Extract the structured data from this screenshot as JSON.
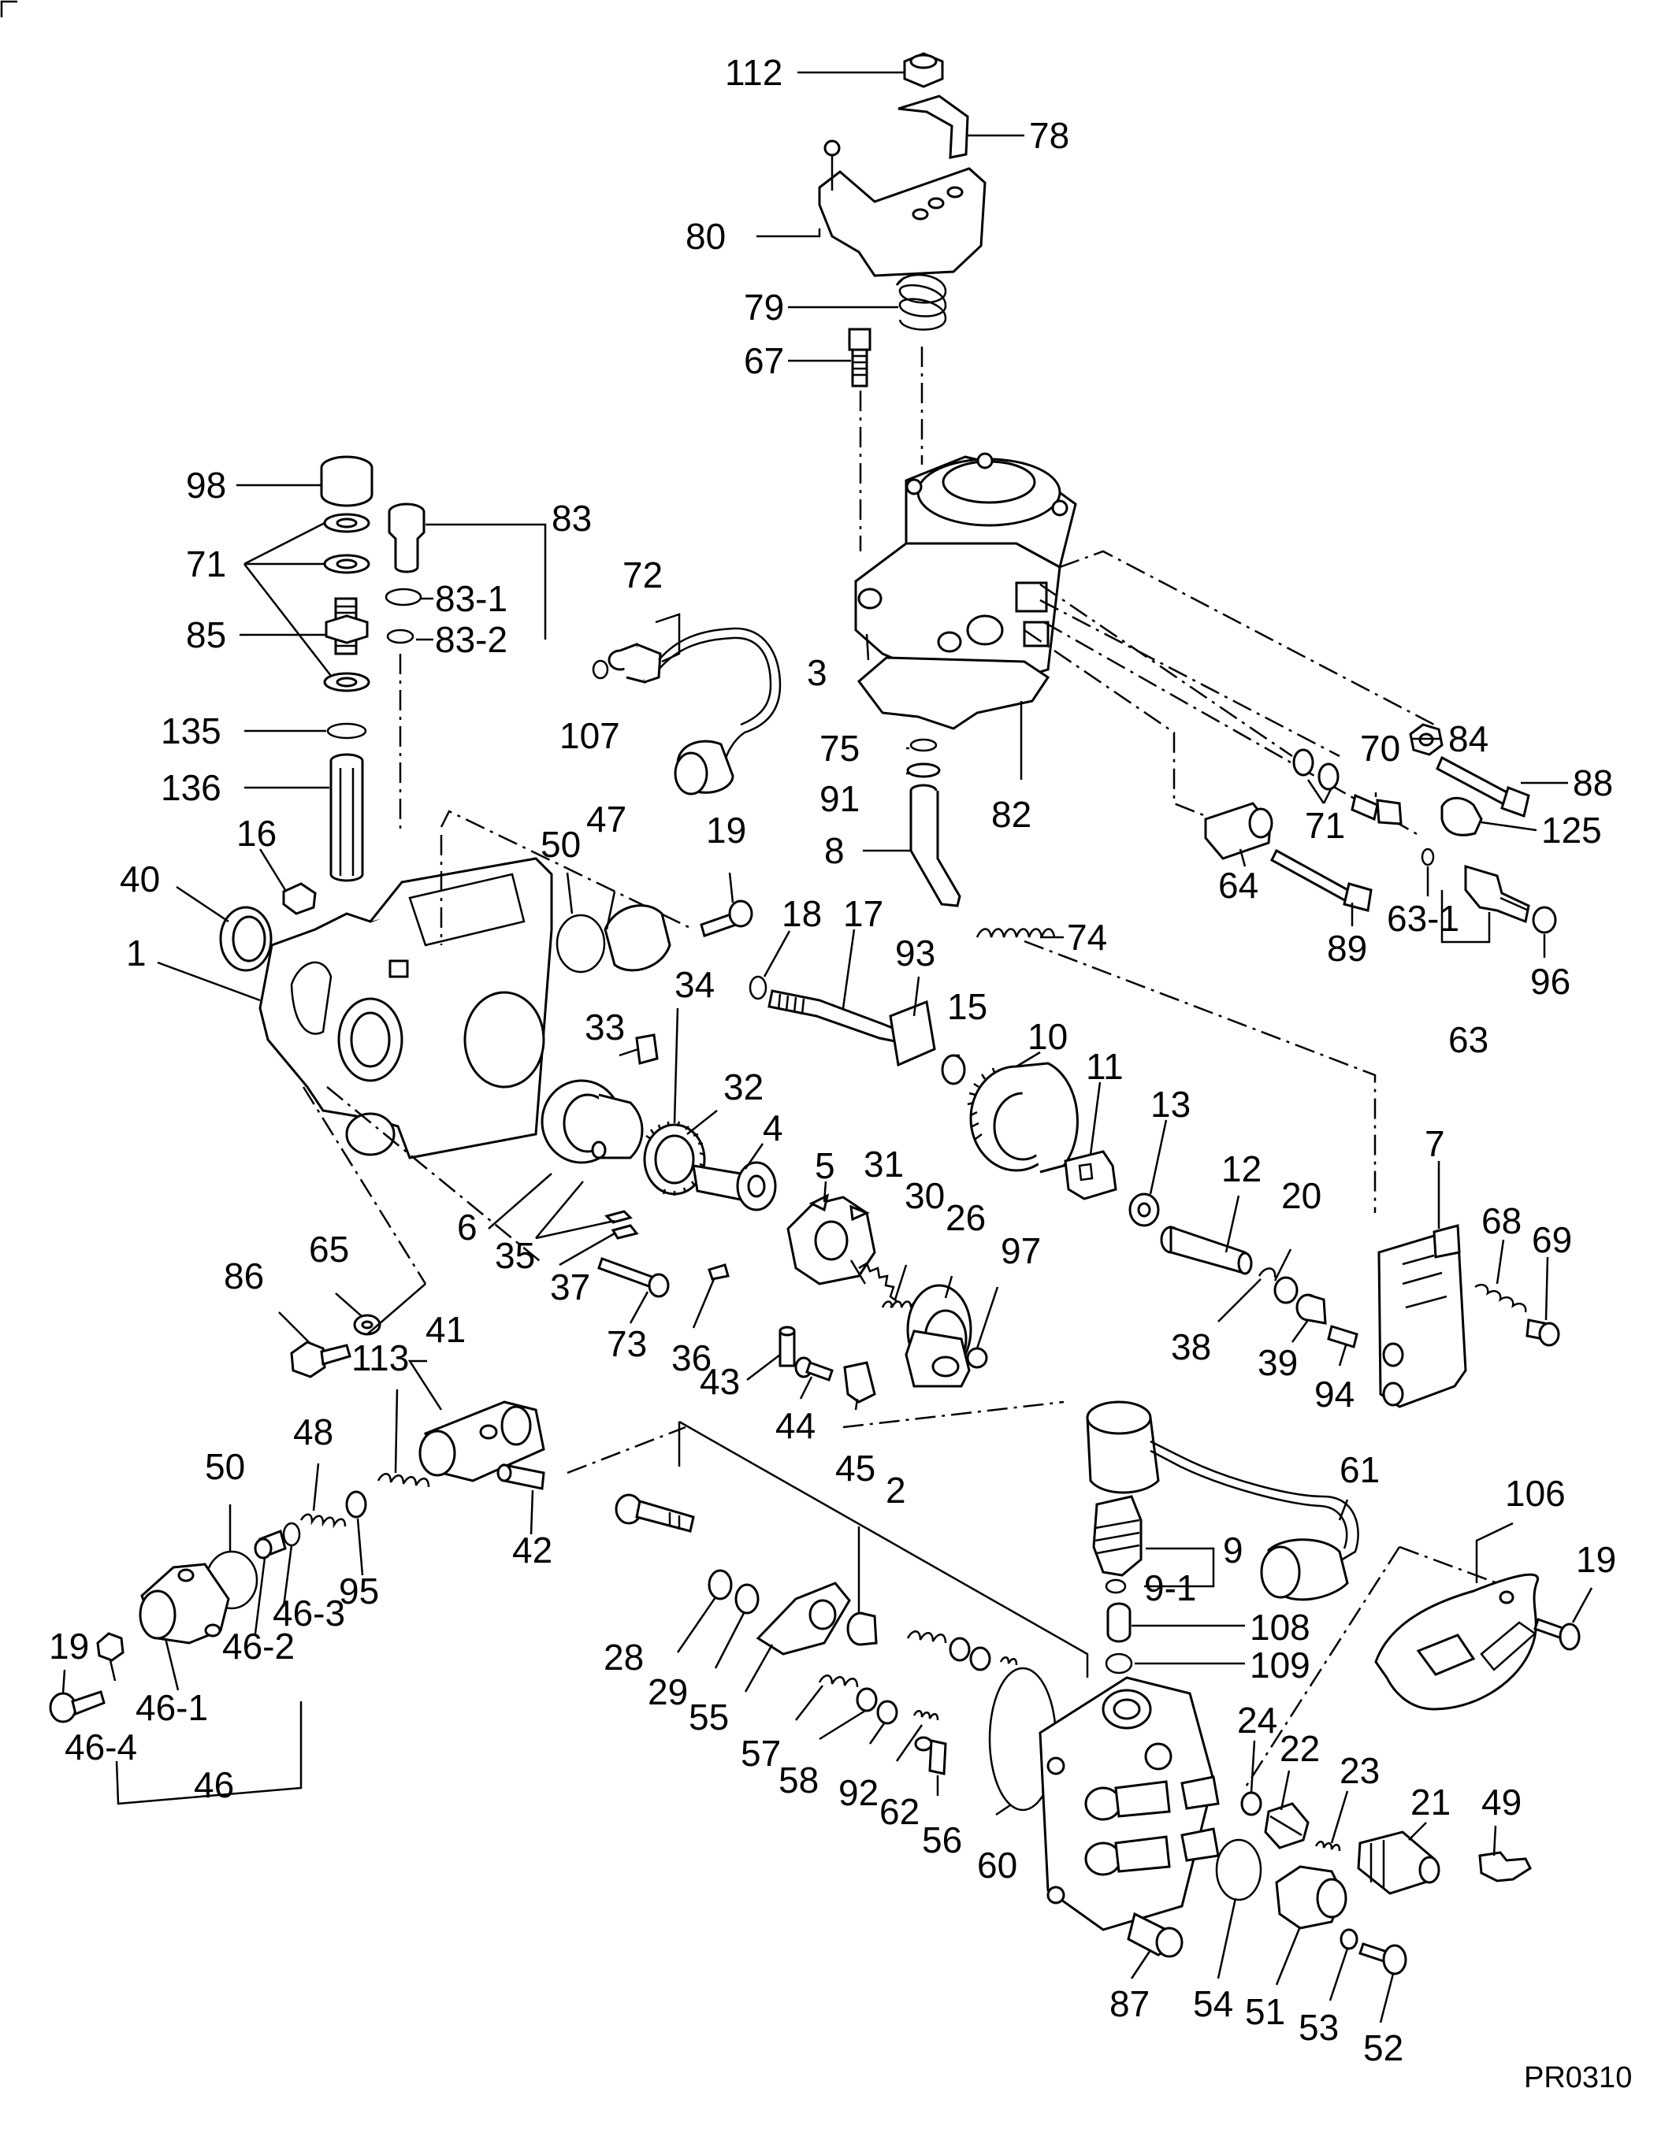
{
  "diagram": {
    "code": "PR0310",
    "labels": {
      "l112": "112",
      "l78": "78",
      "l80": "80",
      "l79": "79",
      "l67": "67",
      "l98": "98",
      "l83": "83",
      "l71a": "71",
      "l83_1": "83-1",
      "l85": "85",
      "l83_2": "83-2",
      "l72": "72",
      "l107": "107",
      "l3": "3",
      "l82": "82",
      "l84": "84",
      "l88": "88",
      "l70": "70",
      "l71b": "71",
      "l125": "125",
      "l135": "135",
      "l136": "136",
      "l75": "75",
      "l91": "91",
      "l8": "8",
      "l64": "64",
      "l89": "89",
      "l63_1": "63-1",
      "l96": "96",
      "l63": "63",
      "l16": "16",
      "l40": "40",
      "l1": "1",
      "l50a": "50",
      "l47": "47",
      "l19a": "19",
      "l18": "18",
      "l17": "17",
      "l93": "93",
      "l74": "74",
      "l33": "33",
      "l34": "34",
      "l32": "32",
      "l4": "4",
      "l5": "5",
      "l15": "15",
      "l10": "10",
      "l11": "11",
      "l13": "13",
      "l12": "12",
      "l7": "7",
      "l68": "68",
      "l69": "69",
      "l6": "6",
      "l35": "35",
      "l37": "37",
      "l31": "31",
      "l30": "30",
      "l26": "26",
      "l97": "97",
      "l20": "20",
      "l38": "38",
      "l39": "39",
      "l94": "94",
      "l73": "73",
      "l36": "36",
      "l86": "86",
      "l65": "65",
      "l41": "41",
      "l113": "113",
      "l48": "48",
      "l50b": "50",
      "l43": "43",
      "l44": "44",
      "l45": "45",
      "l2": "2",
      "l61": "61",
      "l106": "106",
      "l42": "42",
      "l95": "95",
      "l9": "9",
      "l9_1": "9-1",
      "l19b": "19",
      "l19c": "19",
      "l46_2": "46-2",
      "l46_3": "46-3",
      "l46_1": "46-1",
      "l46_4": "46-4",
      "l46": "46",
      "l28": "28",
      "l29": "29",
      "l55": "55",
      "l108": "108",
      "l109": "109",
      "l24": "24",
      "l22": "22",
      "l23": "23",
      "l21": "21",
      "l49": "49",
      "l57": "57",
      "l58": "58",
      "l92": "92",
      "l62": "62",
      "l56": "56",
      "l60": "60",
      "l87": "87",
      "l54": "54",
      "l51": "51",
      "l53": "53",
      "l52": "52"
    }
  }
}
